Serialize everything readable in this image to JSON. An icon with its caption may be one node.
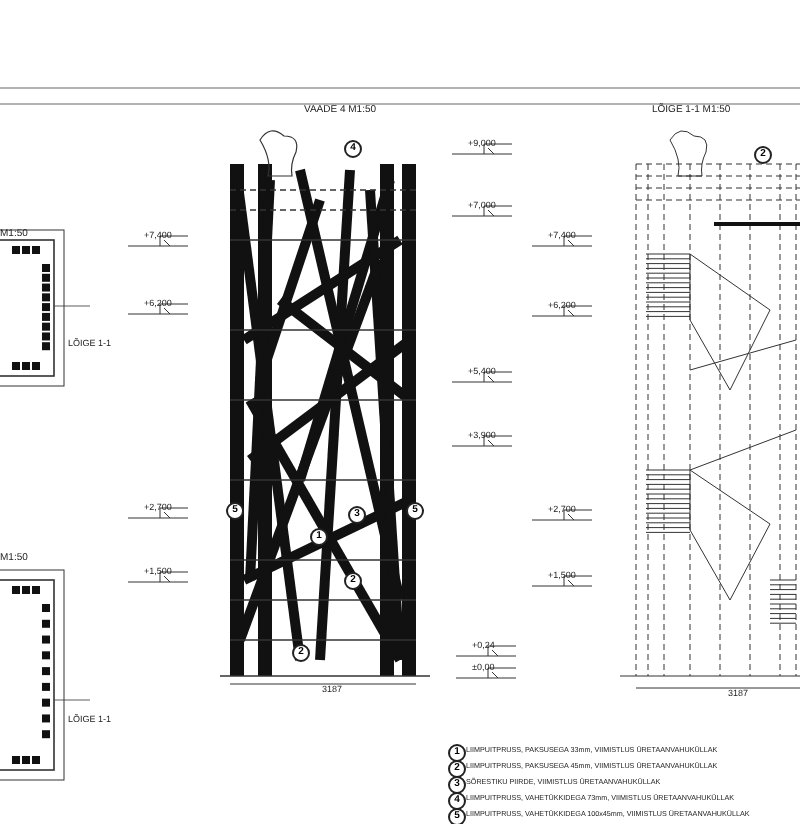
{
  "diagram": {
    "labels": [
      "M1:50",
      "LÕIGE 1-1",
      "M1:50",
      "LÕIGE 1-1",
      "VAADE 4 M1:50",
      "+9,000",
      "+7,000",
      "+7,400",
      "+6,200",
      "+5,400",
      "+3,900",
      "+2,700",
      "+1,500",
      "+0,24",
      "±0,00",
      "3187",
      "4",
      "5",
      "3",
      "5",
      "1",
      "2",
      "2",
      "LÕIGE 1-1 M1:50",
      "2",
      "+7,400",
      "+6,200",
      "+2,700",
      "+1,500",
      "3187",
      "1",
      "LIIMPUITPRUSS, PAKSUSEGA 33mm, VIIMISTLUS ÜRETAANVAHUKÜLLAK",
      "2",
      "LIIMPUITPRUSS, PAKSUSEGA 45mm, VIIMISTLUS ÜRETAANVAHUKÜLLAK",
      "3",
      "SÕRESTIKU PIIRDE, VIIMISTLUS ÜRETAANVAHUKÜLLAK",
      "4",
      "LIIMPUITPRUSS, VAHETÜKKIDEGA 73mm, VIIMISTLUS ÜRETAANVAHUKÜLLAK",
      "5",
      "LIIMPUITPRUSS, VAHETÜKKIDEGA 100x45mm, VIIMISTLUS ÜRETAANVAHUKÜLLAK"
    ]
  }
}
